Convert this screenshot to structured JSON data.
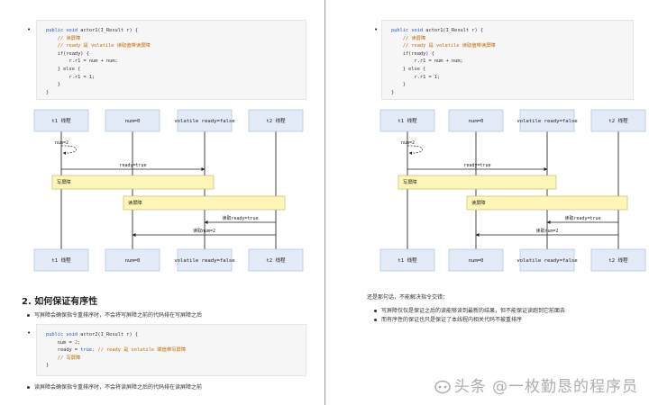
{
  "code_block_1": {
    "lines": [
      [
        {
          "t": "public void ",
          "c": "kw"
        },
        {
          "t": "actor1(I_Result r) {",
          "c": ""
        }
      ],
      [
        {
          "t": "    // 读屏障",
          "c": "cm"
        }
      ],
      [
        {
          "t": "    // ready 是 volatile 读取值带读屏障",
          "c": "cm"
        }
      ],
      [
        {
          "t": "    if(ready) {",
          "c": ""
        }
      ],
      [
        {
          "t": "        r.r1 = num + num;",
          "c": ""
        }
      ],
      [
        {
          "t": "    } else {",
          "c": ""
        }
      ],
      [
        {
          "t": "        r.r1 = 1;",
          "c": ""
        }
      ],
      [
        {
          "t": "    }",
          "c": ""
        }
      ],
      [
        {
          "t": "}",
          "c": ""
        }
      ]
    ]
  },
  "diagram": {
    "participants": [
      "t1 线程",
      "num=0",
      "volatile ready=false",
      "t2 线程"
    ],
    "self_message": "num=2",
    "message_1": "ready=true",
    "write_barrier": "写屏障",
    "read_barrier": "读屏障",
    "message_2": "读取ready=true",
    "message_3": "读取num=2"
  },
  "left": {
    "section_heading": "2. 如何保证有序性",
    "bullet_1": "写屏障会确保指令重排序时，不会将写屏障之前的代码排在写屏障之后",
    "code_block_2": {
      "lines": [
        [
          {
            "t": "public void ",
            "c": "kw"
          },
          {
            "t": "actor2(I_Result r) {",
            "c": ""
          }
        ],
        [
          {
            "t": "    num = ",
            "c": ""
          },
          {
            "t": "2",
            "c": "num"
          },
          {
            "t": ";",
            "c": ""
          }
        ],
        [
          {
            "t": "    ready = ",
            "c": ""
          },
          {
            "t": "true",
            "c": "kw"
          },
          {
            "t": "; // ready 是 volatile 赋值带写屏障",
            "c": "cm"
          }
        ],
        [
          {
            "t": "    // 写屏障",
            "c": "cm"
          }
        ],
        [
          {
            "t": "}",
            "c": ""
          }
        ]
      ]
    },
    "bullet_2": "读屏障会确保指令重排序时，不会将读屏障之后的代码排在读屏障之前"
  },
  "right": {
    "intro": "还是那句话，不能解决指令交错：",
    "bullets": [
      "写屏障仅仅是保证之后的读能够读到最新的结果，但不能保证读跑到它前面去",
      "而有序性的保证也只是保证了本线程内相关代码不被重排序"
    ]
  },
  "watermark": "头条 @一枚勤恳的程序员",
  "colors": {
    "participant_fill": "#e3ebf8",
    "participant_border": "#b6c7e4",
    "barrier_fill": "#fdf6b6",
    "barrier_border": "#c6c06a",
    "keyword": "#1a55d6",
    "comment": "#c26a00"
  }
}
